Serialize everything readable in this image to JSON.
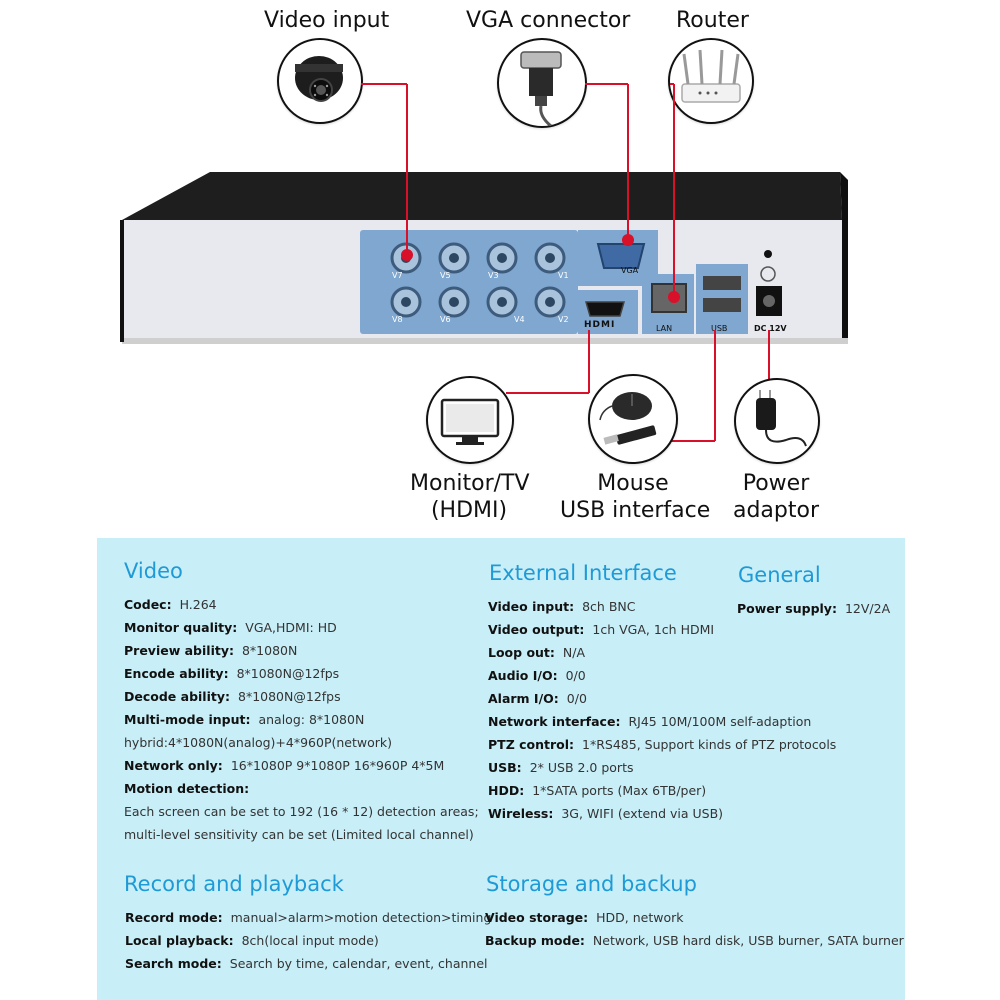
{
  "top_labels": {
    "video_input": "Video input",
    "vga_connector": "VGA connector",
    "router": "Router"
  },
  "bottom_labels": {
    "monitor_1": "Monitor/TV",
    "monitor_2": "(HDMI)",
    "mouse_1": "Mouse",
    "mouse_2": "USB interface",
    "power_1": "Power",
    "power_2": "adaptor"
  },
  "port_labels": {
    "v7": "V7",
    "v5": "V5",
    "v3": "V3",
    "v1": "V1",
    "v8": "V8",
    "v6": "V6",
    "v4": "V4",
    "v2": "V2",
    "vga": "VGA",
    "hdmi": "HDMI",
    "lan": "LAN",
    "usb": "USB",
    "dc": "DC 12V"
  },
  "video": {
    "title": "Video",
    "rows": [
      {
        "label": "Codec:",
        "value": "H.264"
      },
      {
        "label": "Monitor quality:",
        "value": "VGA,HDMI: HD"
      },
      {
        "label": "Preview ability:",
        "value": "8*1080N"
      },
      {
        "label": "Encode ability:",
        "value": "8*1080N@12fps"
      },
      {
        "label": "Decode ability:",
        "value": "8*1080N@12fps"
      },
      {
        "label": "Multi-mode input:",
        "value": "analog: 8*1080N"
      }
    ],
    "hybrid": "hybrid:4*1080N(analog)+4*960P(network)",
    "network_only_label": "Network only:",
    "network_only_value": "16*1080P  9*1080P  16*960P  4*5M",
    "motion_label": "Motion detection:",
    "motion_line1": "Each screen can be set to 192 (16 * 12) detection areas;",
    "motion_line2": "multi-level sensitivity can be set (Limited local channel)"
  },
  "external": {
    "title": "External Interface",
    "rows": [
      {
        "label": "Video input:",
        "value": "8ch BNC"
      },
      {
        "label": "Video output:",
        "value": "1ch VGA, 1ch HDMI"
      },
      {
        "label": "Loop out:",
        "value": "N/A"
      },
      {
        "label": "Audio I/O:",
        "value": "0/0"
      },
      {
        "label": "Alarm I/O:",
        "value": "0/0"
      },
      {
        "label": "Network interface:",
        "value": "RJ45 10M/100M self-adaption"
      },
      {
        "label": "PTZ control:",
        "value": "1*RS485, Support kinds of PTZ protocols"
      },
      {
        "label": "USB:",
        "value": "2* USB 2.0 ports"
      },
      {
        "label": "HDD:",
        "value": "1*SATA ports (Max 6TB/per)"
      },
      {
        "label": "Wireless:",
        "value": "3G, WIFI (extend via USB)"
      }
    ]
  },
  "general": {
    "title": "General",
    "rows": [
      {
        "label": "Power supply:",
        "value": "12V/2A"
      }
    ]
  },
  "record": {
    "title": "Record and playback",
    "rows": [
      {
        "label": "Record mode:",
        "value": "manual>alarm>motion detection>timing"
      },
      {
        "label": "Local playback:",
        "value": "8ch(local input mode)"
      },
      {
        "label": "Search mode:",
        "value": "Search by time, calendar, event, channel"
      }
    ]
  },
  "storage": {
    "title": "Storage and backup",
    "rows": [
      {
        "label": "Video storage:",
        "value": "HDD, network"
      },
      {
        "label": "Backup mode:",
        "value": "Network, USB hard disk, USB burner, SATA burner"
      }
    ]
  },
  "colors": {
    "accent_red": "#d8102a",
    "title_blue": "#1e9ad6",
    "panel_bg": "#c8eef7",
    "port_panel": "#7fa7cf"
  }
}
